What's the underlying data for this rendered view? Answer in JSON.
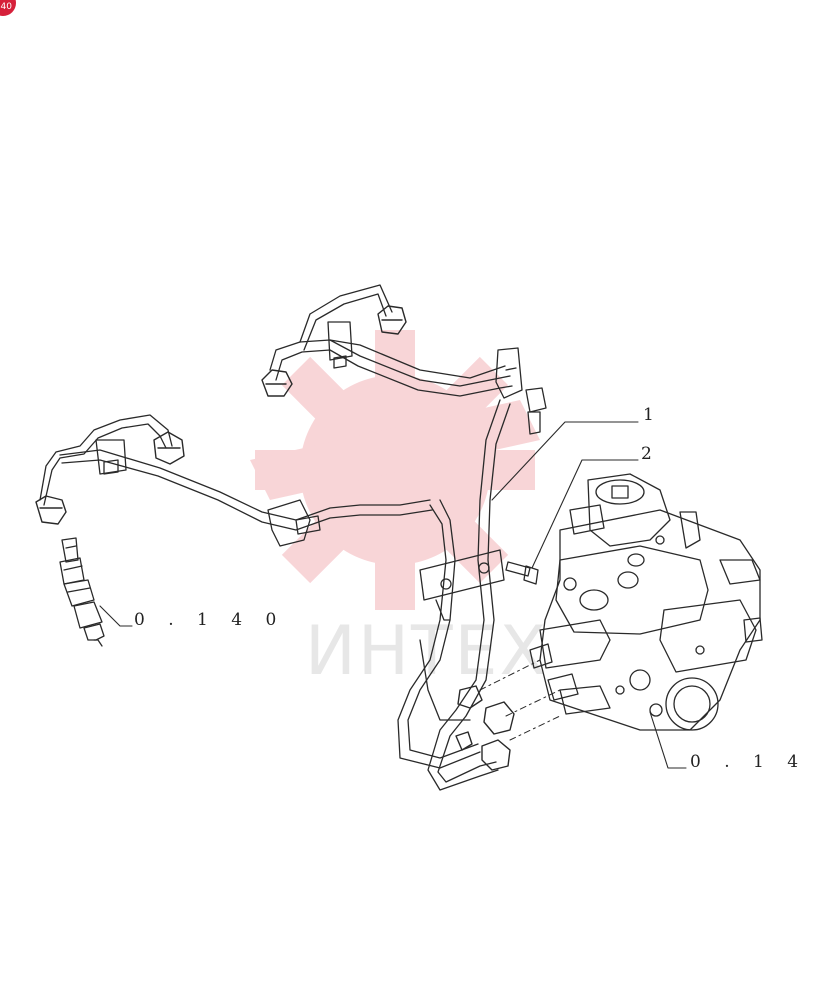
{
  "corner_badge": "40",
  "watermark": {
    "text": "ИНТЕХ",
    "color": "#f3b3b8"
  },
  "callouts": {
    "part_1": "1",
    "part_2": "2",
    "ref_injector": "0 . 1 4 0",
    "ref_pump": "0 . 1 4 0"
  },
  "colors": {
    "line": "#2a2a2a",
    "accent": "#d6203a"
  }
}
